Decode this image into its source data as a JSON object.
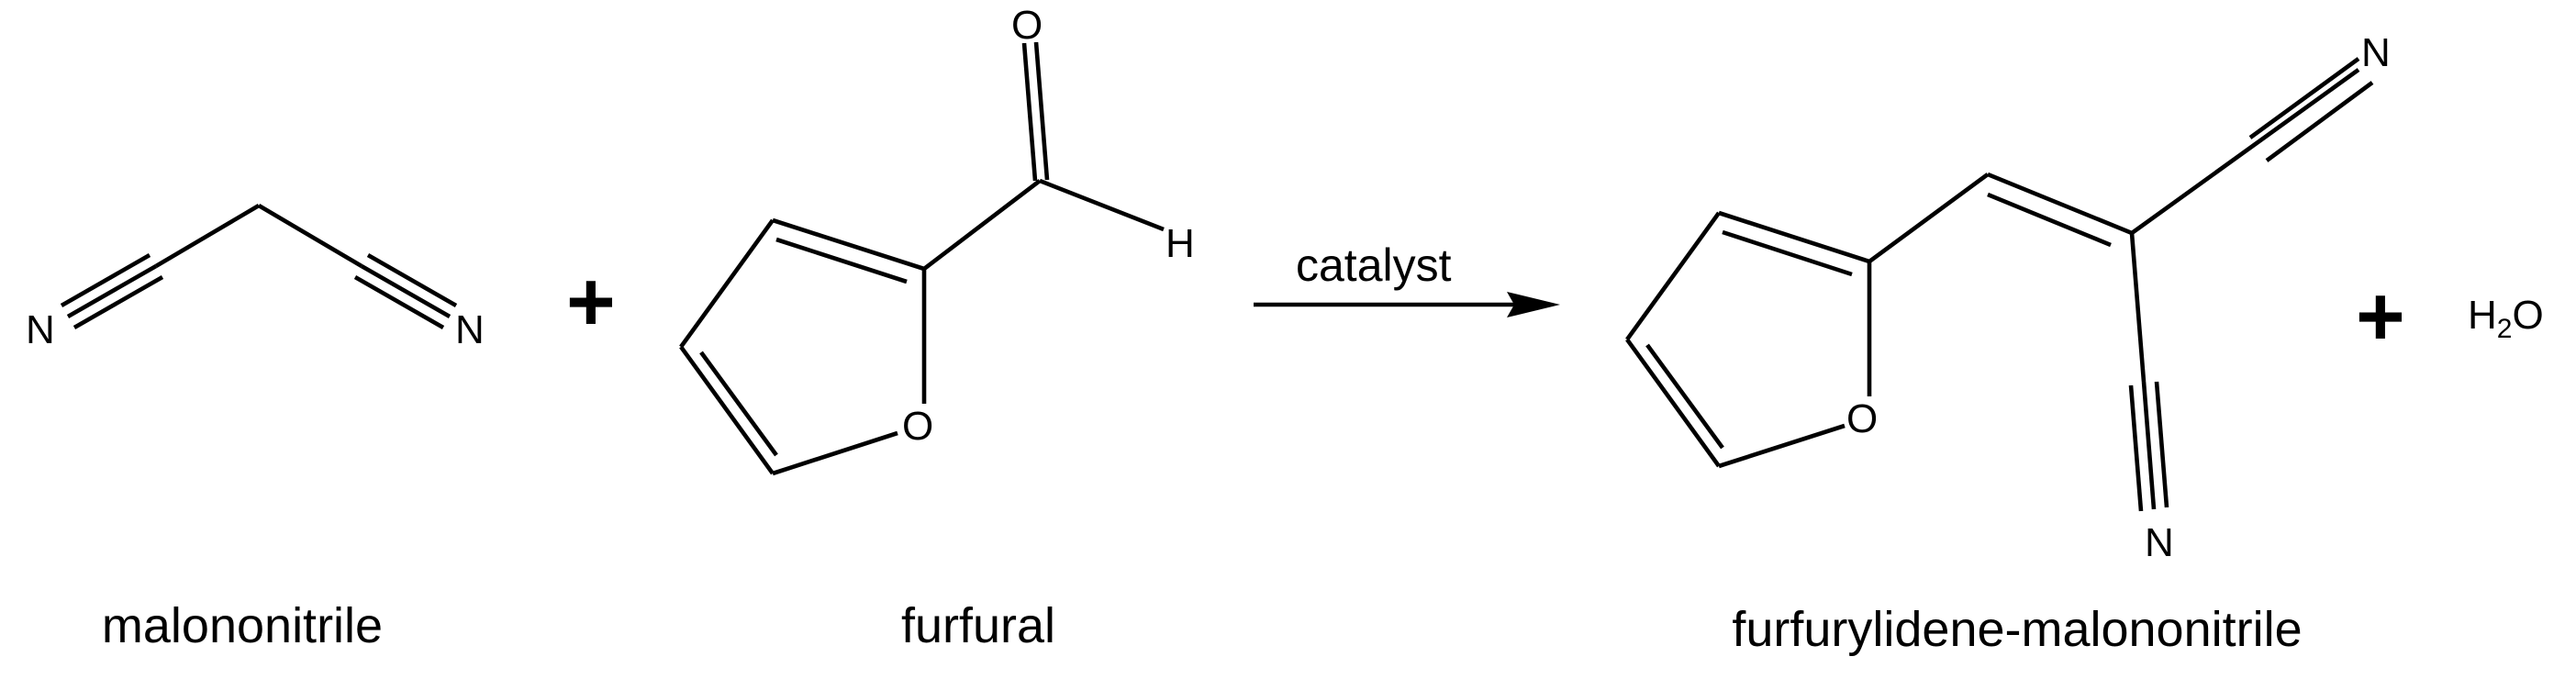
{
  "scheme": {
    "reactants": [
      {
        "name": "malononitrile",
        "atoms": {
          "n_left": "N",
          "n_right": "N"
        }
      },
      {
        "name": "furfural",
        "atoms": {
          "o_carbonyl": "O",
          "h_aldehyde": "H",
          "o_ring": "O"
        }
      }
    ],
    "plus_sign": "+",
    "arrow": {
      "condition": "catalyst"
    },
    "products": [
      {
        "name": "furfurylidene-malononitrile",
        "atoms": {
          "o_ring": "O",
          "n_top": "N",
          "n_bottom": "N"
        }
      },
      {
        "formula_main": "H",
        "formula_sub": "2",
        "formula_tail": "O"
      }
    ],
    "colors": {
      "ink": "#000000",
      "background": "#ffffff"
    }
  }
}
